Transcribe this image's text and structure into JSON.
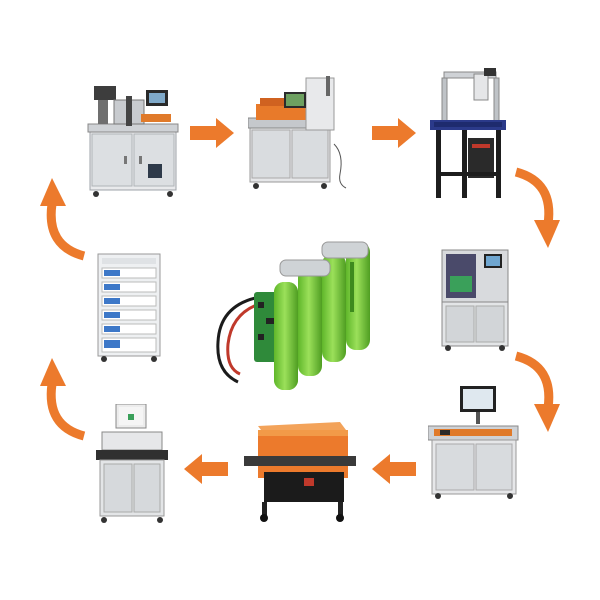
{
  "diagram": {
    "type": "battery-pack production line cycle",
    "accent_color": "#ec7a2c",
    "center_item": "battery-pack-18650-cells",
    "stations": [
      {
        "name": "cell-sorting-machine",
        "icon": "sorting-machine"
      },
      {
        "name": "cell-grading-machine",
        "icon": "grading-machine"
      },
      {
        "name": "spot-welding-machine",
        "icon": "gantry-welder"
      },
      {
        "name": "laser-welding-machine",
        "icon": "enclosed-welder"
      },
      {
        "name": "comprehensive-tester",
        "icon": "test-station"
      },
      {
        "name": "heat-shrink-packing-machine",
        "icon": "shrink-tunnel"
      },
      {
        "name": "pack-tester",
        "icon": "desk-tester"
      },
      {
        "name": "aging-cabinet",
        "icon": "cycler-cabinet"
      }
    ]
  }
}
